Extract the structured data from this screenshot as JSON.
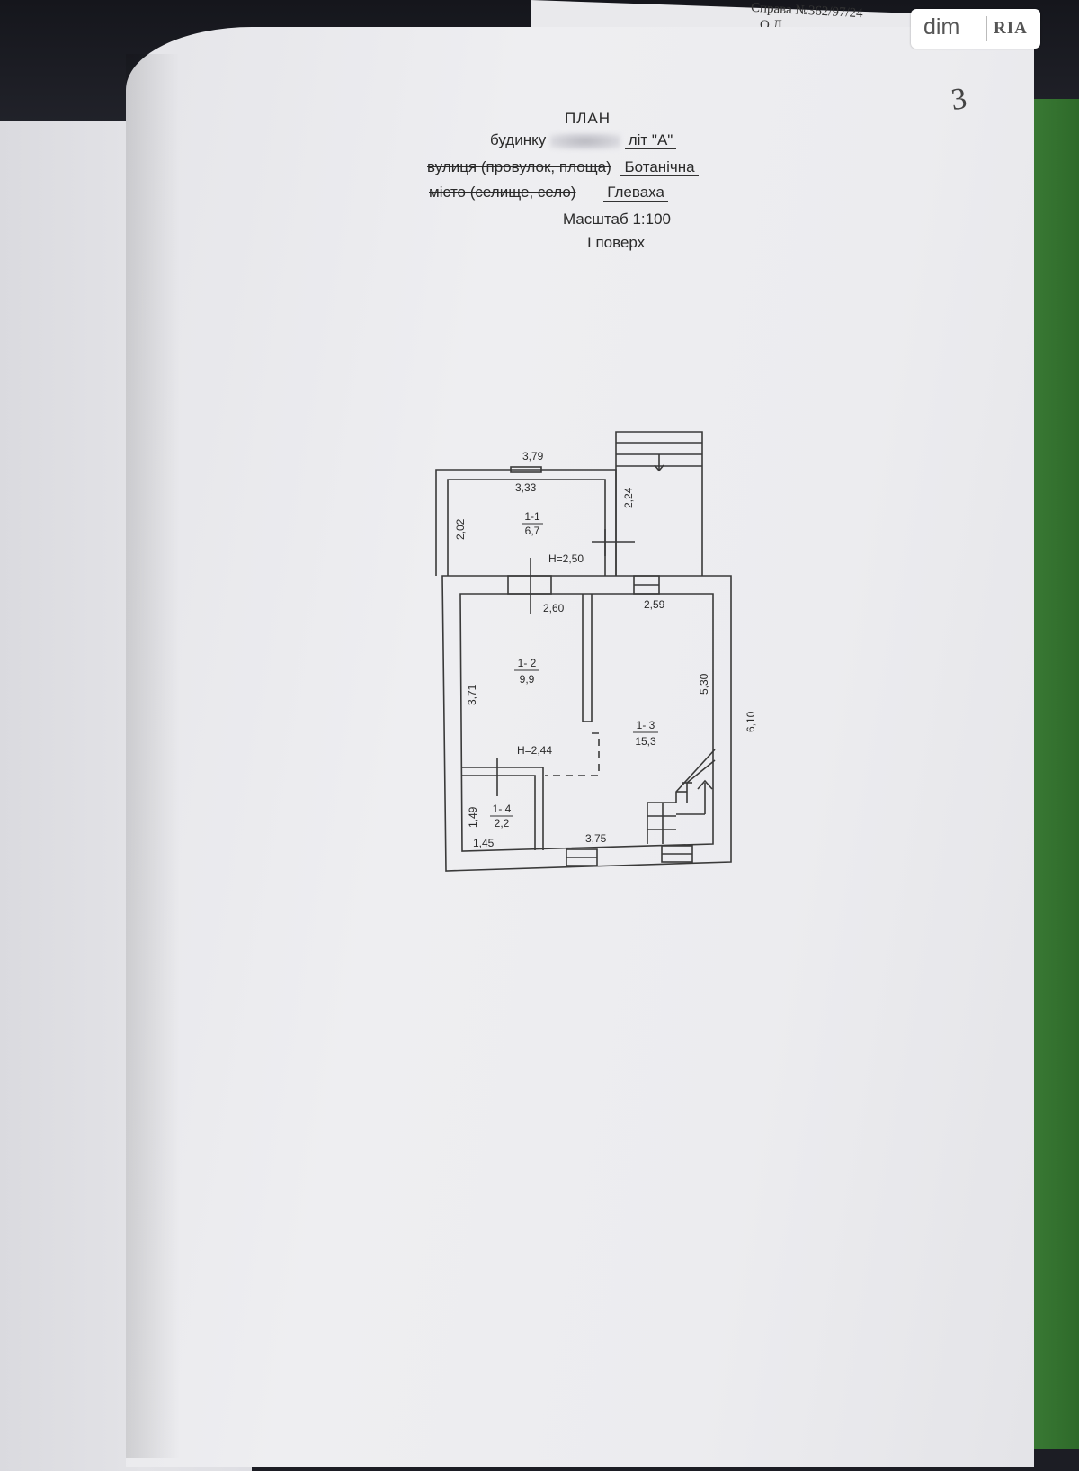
{
  "header": {
    "title": "ПЛАН",
    "building_label": "будинку",
    "building_letter": "літ \"А\"",
    "street_label": "вулиця (провулок, площа)",
    "street_value": "Ботанічна",
    "city_label": "місто (селище, село)",
    "city_value": "Глеваха",
    "scale": "Масштаб 1:100",
    "floor": "I поверх"
  },
  "page_number": "3",
  "back_document": {
    "case_number": "Справа №362/97/24",
    "initials": "О.Л."
  },
  "logo": {
    "dim": "dim",
    "ria": "RIA"
  },
  "plan": {
    "rooms": [
      {
        "id": "1-1",
        "area": "6,7"
      },
      {
        "id": "1- 2",
        "area": "9,9"
      },
      {
        "id": "1- 3",
        "area": "15,3"
      },
      {
        "id": "1- 4",
        "area": "2,2"
      }
    ],
    "heights": [
      "H=2,50",
      "H=2,44"
    ],
    "dimensions": {
      "top_outer": "3,79",
      "top_inner": "3,33",
      "room1_height": "2,02",
      "porch_length": "2,24",
      "room2_width": "2,60",
      "room3_width": "2,59",
      "room2_height": "3,71",
      "room3_height": "5,30",
      "outer_height": "6,10",
      "room4_height": "1,49",
      "room4_width": "1,45",
      "bottom_inner": "3,75"
    }
  }
}
